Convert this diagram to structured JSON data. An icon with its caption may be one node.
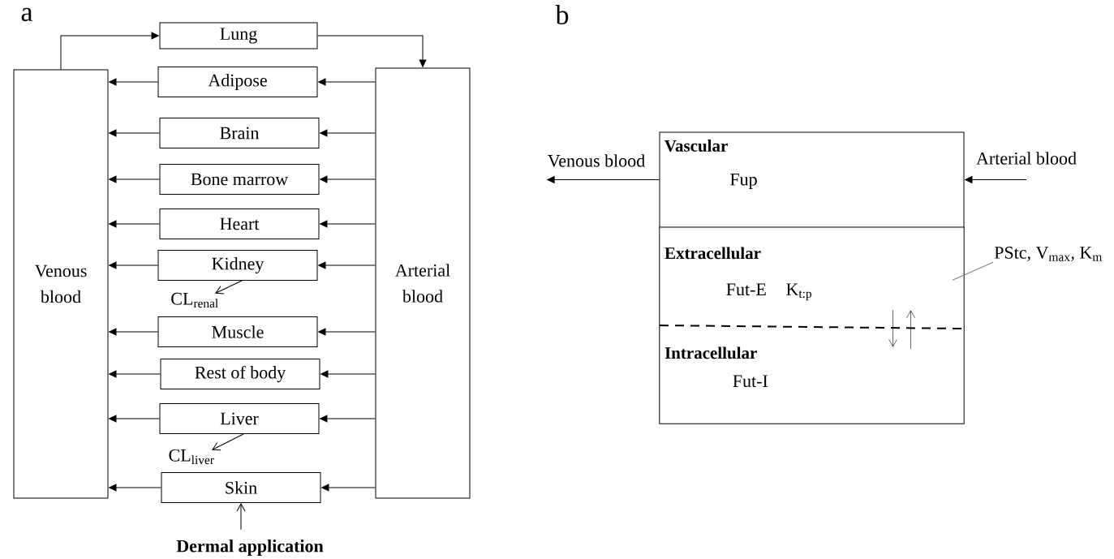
{
  "diagram": {
    "nodes": [
      {
        "text": [
          "Venous blood"
        ]
      },
      {
        "text": [
          "Lung"
        ]
      },
      {
        "text": [
          "Arterial blood"
        ]
      },
      {
        "text": [
          "Adipose"
        ]
      },
      {
        "text": [
          "Brain"
        ]
      },
      {
        "text": [
          "Bone marrow"
        ]
      },
      {
        "text": [
          "Heart"
        ]
      },
      {
        "text": [
          "Kidney"
        ]
      },
      {
        "text": [
          "CL$_{renal}$"
        ]
      },
      {
        "text": [
          "Muscle"
        ]
      },
      {
        "text": [
          "Rest of body"
        ]
      },
      {
        "text": [
          "Liver"
        ]
      },
      {
        "text": [
          "CL$_{liver}$"
        ]
      },
      {
        "text": [
          "Skin"
        ]
      },
      {
        "text": [
          "Dermal application"
        ]
      },
      {
        "text": [
          "Venous blood"
        ]
      },
      {
        "text": [
          "Vascular",
          "Fup"
        ]
      },
      {
        "text": [
          "Arterial blood"
        ]
      },
      {
        "text": [
          "Extracellular",
          "Fut-E",
          "K$_{t:p}$"
        ]
      },
      {
        "text": [
          "PStc, V$_{max}$, K$_{m}$"
        ]
      },
      {
        "text": [
          "Intracellular",
          "Fut-I"
        ]
      }
    ],
    "edges": [
      {
        "from": 0,
        "to": 1,
        "arrow": "to"
      },
      {
        "from": 1,
        "to": 2,
        "arrow": "to"
      },
      {
        "from": 2,
        "to": 3,
        "arrow": "to"
      },
      {
        "from": 3,
        "to": 0,
        "arrow": "to"
      },
      {
        "from": 2,
        "to": 4,
        "arrow": "to"
      },
      {
        "from": 4,
        "to": 0,
        "arrow": "to"
      },
      {
        "from": 2,
        "to": 5,
        "arrow": "to"
      },
      {
        "from": 5,
        "to": 0,
        "arrow": "to"
      },
      {
        "from": 2,
        "to": 6,
        "arrow": "to"
      },
      {
        "from": 6,
        "to": 0,
        "arrow": "to"
      },
      {
        "from": 2,
        "to": 7,
        "arrow": "to"
      },
      {
        "from": 7,
        "to": 0,
        "arrow": "to"
      },
      {
        "from": 2,
        "to": 9,
        "arrow": "to"
      },
      {
        "from": 9,
        "to": 0,
        "arrow": "to"
      },
      {
        "from": 2,
        "to": 10,
        "arrow": "to"
      },
      {
        "from": 10,
        "to": 0,
        "arrow": "to"
      },
      {
        "from": 2,
        "to": 11,
        "arrow": "to"
      },
      {
        "from": 11,
        "to": 0,
        "arrow": "to"
      },
      {
        "from": 2,
        "to": 13,
        "arrow": "to"
      },
      {
        "from": 13,
        "to": 0,
        "arrow": "to"
      },
      {
        "from": 7,
        "to": 8,
        "arrow": "to"
      },
      {
        "from": 11,
        "to": 12,
        "arrow": "to"
      },
      {
        "from": 14,
        "to": 13,
        "arrow": "to"
      },
      {
        "from": 16,
        "to": 15,
        "arrow": "to"
      },
      {
        "from": 17,
        "to": 16,
        "arrow": "to"
      },
      {
        "from": 18,
        "to": 20,
        "arrow": "to"
      },
      {
        "from": 20,
        "to": 18,
        "arrow": "to"
      },
      {
        "from": 19,
        "to": 18,
        "arrow": "none",
        "color": "#808080"
      }
    ],
    "labels": [
      "a",
      "b"
    ]
  }
}
